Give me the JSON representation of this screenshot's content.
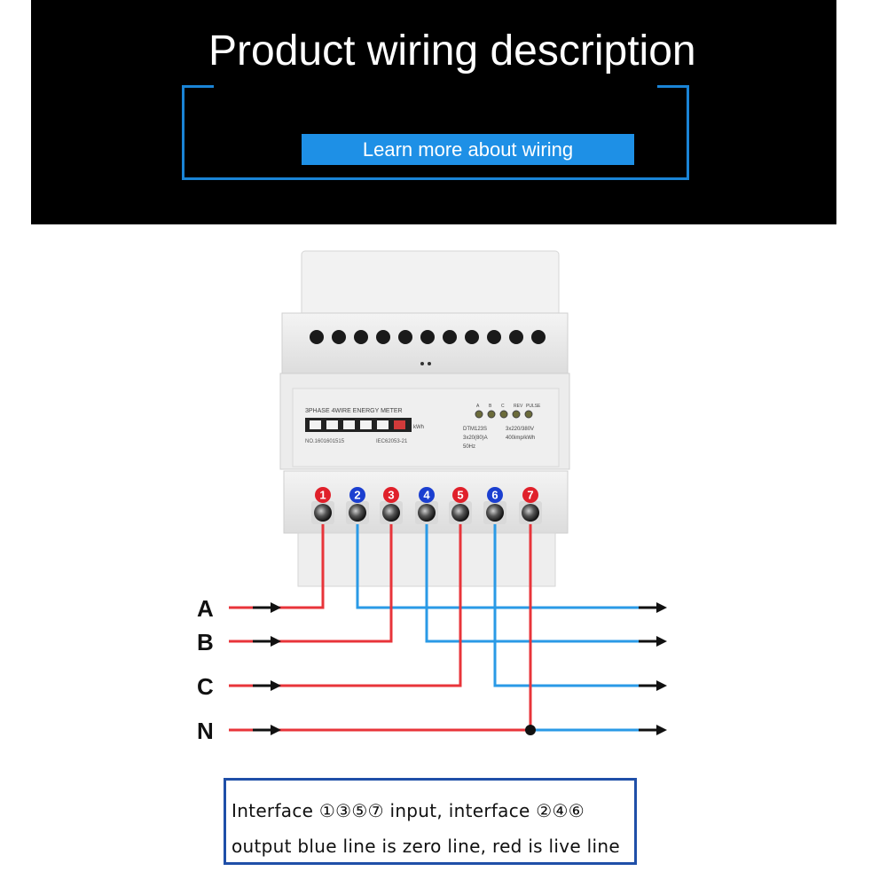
{
  "banner": {
    "title": "Product wiring description",
    "button_label": "Learn more about wiring",
    "background": "#000000",
    "accent": "#1e90e6"
  },
  "meter": {
    "title": "3PHASE 4WIRE ENERGY METER",
    "unit": "kWh",
    "serial": "NO.1601601515",
    "standard": "IEC62053-21",
    "model": "DTM123S",
    "voltage": "3x220/380V",
    "current": "3x20(80)A",
    "impulse": "400imp/kWh",
    "frequency": "50Hz",
    "indicators": [
      "A",
      "B",
      "C",
      "REV",
      "PULSE"
    ]
  },
  "terminals": [
    {
      "number": "1",
      "color": "#e0202a"
    },
    {
      "number": "2",
      "color": "#1b3fd0"
    },
    {
      "number": "3",
      "color": "#e0202a"
    },
    {
      "number": "4",
      "color": "#1b3fd0"
    },
    {
      "number": "5",
      "color": "#e0202a"
    },
    {
      "number": "6",
      "color": "#1b3fd0"
    },
    {
      "number": "7",
      "color": "#e0202a"
    }
  ],
  "lines": [
    {
      "label": "A",
      "input_terminal": "1",
      "output_terminal": "2"
    },
    {
      "label": "B",
      "input_terminal": "3",
      "output_terminal": "4"
    },
    {
      "label": "C",
      "input_terminal": "5",
      "output_terminal": "6"
    },
    {
      "label": "N",
      "input_terminal": "7",
      "output_terminal": "7"
    }
  ],
  "colors": {
    "live": "#e8343a",
    "zero": "#2a9ae6",
    "note_border": "#1f4fa8"
  },
  "note": {
    "line1": "Interface ①③⑤⑦ input, interface ②④⑥",
    "line2": "output blue line is zero line, red is live line"
  }
}
